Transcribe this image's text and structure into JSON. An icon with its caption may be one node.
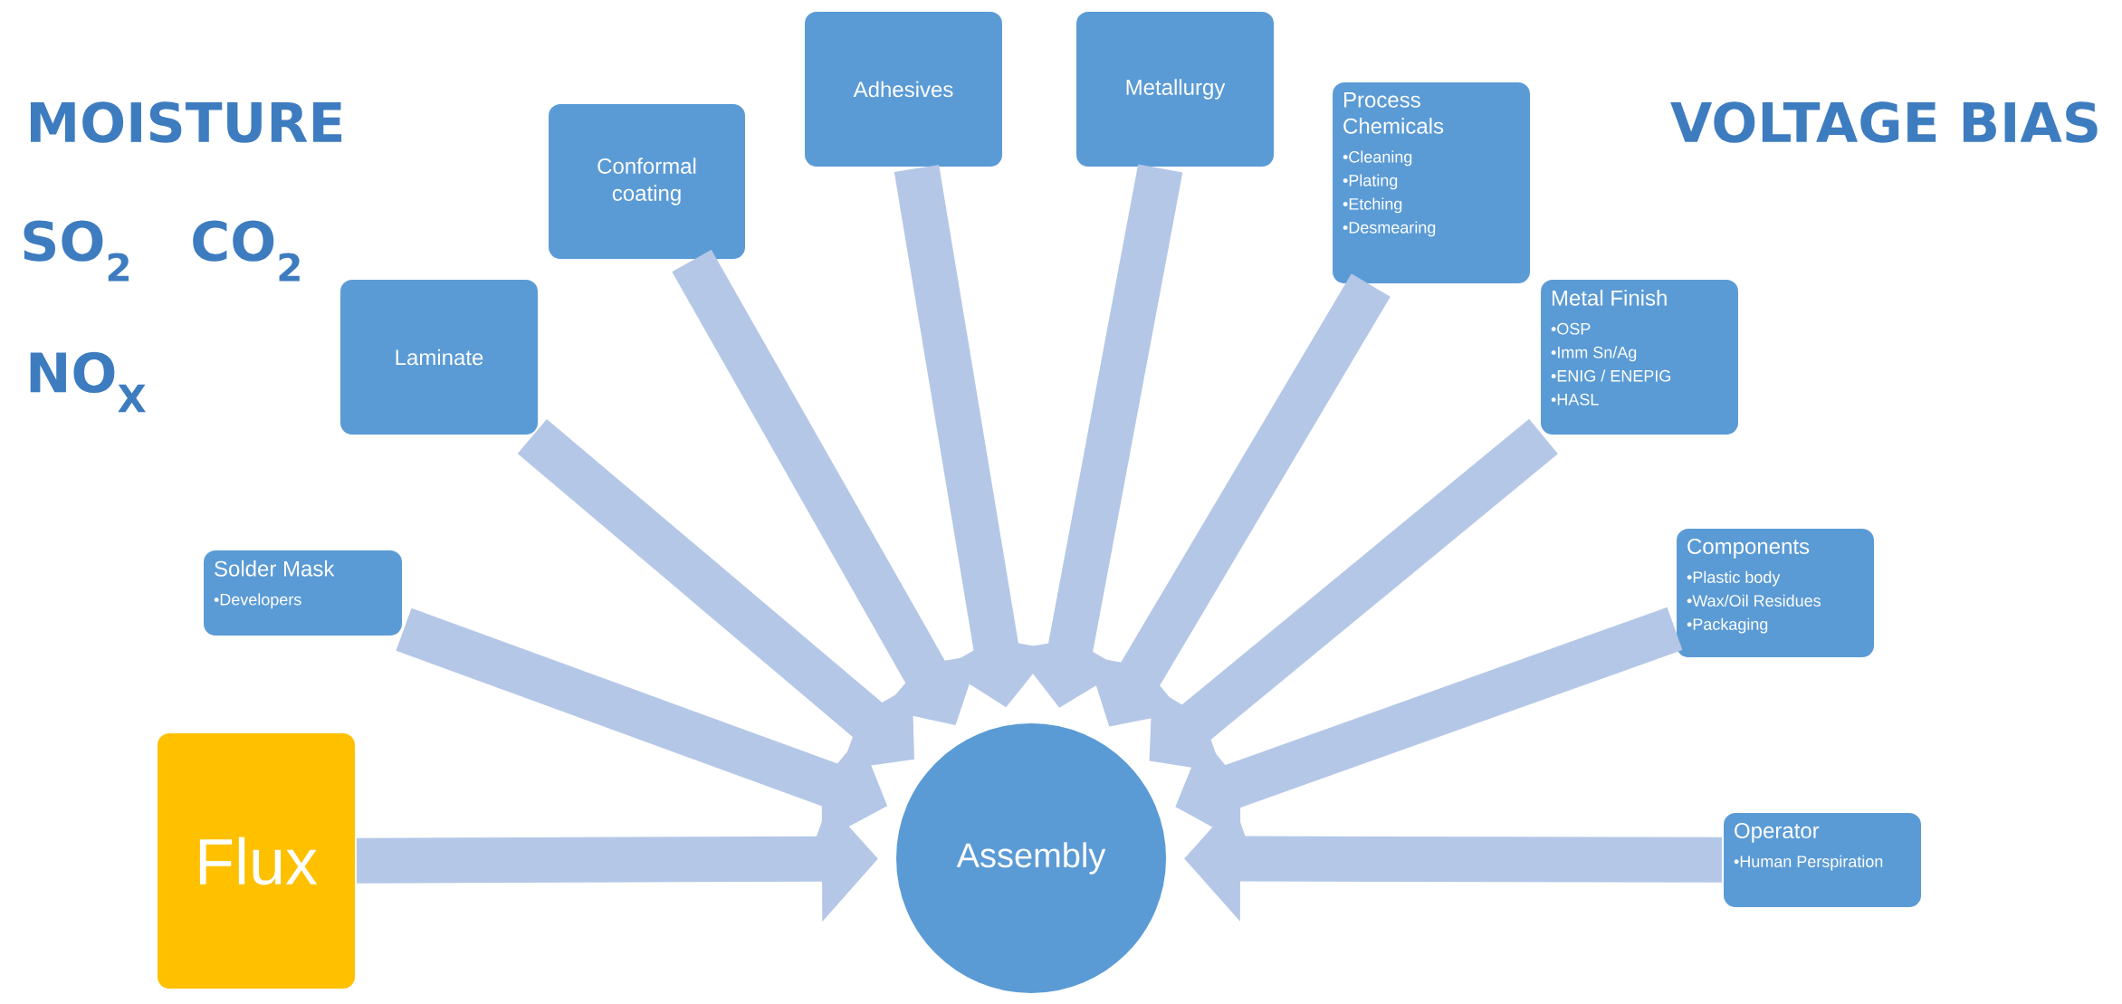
{
  "diagram": {
    "nodes": [
      {
        "text": [
          "Flux"
        ]
      },
      {
        "text": [
          "Solder Mask",
          "•Developers"
        ]
      },
      {
        "text": [
          "Laminate"
        ]
      },
      {
        "text": [
          "Conformal coating"
        ]
      },
      {
        "text": [
          "Adhesives"
        ]
      },
      {
        "text": [
          "Metallurgy"
        ]
      },
      {
        "text": [
          "Process Chemicals",
          "•Cleaning",
          "•Plating",
          "•Etching",
          "•Desmearing"
        ]
      },
      {
        "text": [
          "Metal Finish",
          "•OSP",
          "•Imm Sn/Ag",
          "•ENIG / ENEPIG",
          "•HASL"
        ]
      },
      {
        "text": [
          "Components",
          "•Plastic body",
          "•Wax/Oil Residues",
          "•Packaging"
        ]
      },
      {
        "text": [
          "Operator",
          "•Human Perspiration"
        ]
      },
      {
        "text": [
          "Assembly"
        ]
      }
    ],
    "edges": [
      {
        "from": 0,
        "to": 10,
        "arrow": "to"
      },
      {
        "from": 1,
        "to": 10,
        "arrow": "to"
      },
      {
        "from": 2,
        "to": 10,
        "arrow": "to"
      },
      {
        "from": 3,
        "to": 10,
        "arrow": "to"
      },
      {
        "from": 4,
        "to": 10,
        "arrow": "to"
      },
      {
        "from": 5,
        "to": 10,
        "arrow": "to"
      },
      {
        "from": 6,
        "to": 10,
        "arrow": "to"
      },
      {
        "from": 7,
        "to": 10,
        "arrow": "to"
      },
      {
        "from": 8,
        "to": 10,
        "arrow": "to"
      },
      {
        "from": 9,
        "to": 10,
        "arrow": "to"
      }
    ],
    "labels": [
      "MOISTURE",
      "SO$_{2}$",
      "CO$_{2}$",
      "NO$_{X}$",
      "VOLTAGE BIAS"
    ]
  }
}
